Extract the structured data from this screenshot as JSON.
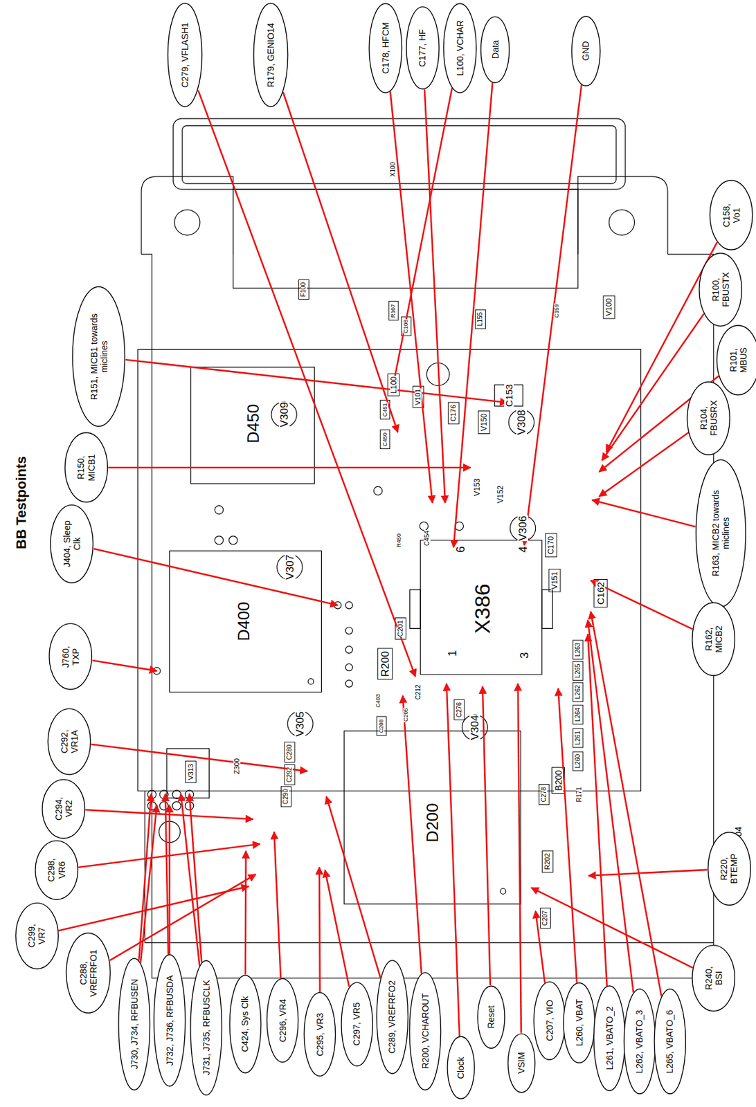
{
  "diagram": {
    "title": "BB Testpoints",
    "nodes": [
      {
        "text": [
          "C279, VFLASH1"
        ]
      },
      {
        "text": [
          "R179, GENIO14"
        ]
      },
      {
        "text": [
          "C178, HFCM"
        ]
      },
      {
        "text": [
          "C177, HF"
        ]
      },
      {
        "text": [
          "L100, VCHAR"
        ]
      },
      {
        "text": [
          "Data"
        ]
      },
      {
        "text": [
          "GND"
        ]
      },
      {
        "text": [
          "C158, Vo1"
        ]
      },
      {
        "text": [
          "R100, FBUSTX"
        ]
      },
      {
        "text": [
          "R101, MBUS"
        ]
      },
      {
        "text": [
          "R104, FBUSRX"
        ]
      },
      {
        "text": [
          "R163, MICB2 towards miclines"
        ]
      },
      {
        "text": [
          "R162, MICB2"
        ]
      },
      {
        "text": [
          "R220, BTEMP"
        ]
      },
      {
        "text": [
          "R240, BSI"
        ]
      },
      {
        "text": [
          "C288, VREFRFO1"
        ]
      },
      {
        "text": [
          "J730, J734, RFBUSEN"
        ]
      },
      {
        "text": [
          "J732, J736, RFBUSDA"
        ]
      },
      {
        "text": [
          "J731, J735, RFBUSCLK"
        ]
      },
      {
        "text": [
          "C424, Sys Clk"
        ]
      },
      {
        "text": [
          "C296, VR4"
        ]
      },
      {
        "text": [
          "C295, VR3"
        ]
      },
      {
        "text": [
          "C297, VR5"
        ]
      },
      {
        "text": [
          "C289, VREFRFO2"
        ]
      },
      {
        "text": [
          "R200, VCHAROUT"
        ]
      },
      {
        "text": [
          "Clock"
        ]
      },
      {
        "text": [
          "Reset"
        ]
      },
      {
        "text": [
          "VSIM"
        ]
      },
      {
        "text": [
          "C207, VIO"
        ]
      },
      {
        "text": [
          "L260, VBAT"
        ]
      },
      {
        "text": [
          "L261, VBATO_2"
        ]
      },
      {
        "text": [
          "L262, VBATO_3"
        ]
      },
      {
        "text": [
          "L265, VBATO_6"
        ]
      },
      {
        "text": [
          "R151, MICB1 towards miclines"
        ]
      },
      {
        "text": [
          "R150, MICB1"
        ]
      },
      {
        "text": [
          "J404, Sleep Clk"
        ]
      },
      {
        "text": [
          "J760, TXP"
        ]
      },
      {
        "text": [
          "C292, VR1A"
        ]
      },
      {
        "text": [
          "C294, VR2"
        ]
      },
      {
        "text": [
          "C298, VR6"
        ]
      },
      {
        "text": [
          "C299, VR7"
        ]
      }
    ],
    "labels": [
      "X100",
      "F100",
      "R107",
      "C108",
      "L155",
      "C159",
      "V100",
      "V309",
      "V308",
      "D450",
      "L100",
      "V101",
      "C451",
      "C450",
      "C176",
      "V150",
      "C153",
      "V153",
      "V152",
      "V307",
      "V306",
      "R450",
      "C454",
      "C170",
      "V151",
      "C162",
      "D400",
      "6",
      "4",
      "X386",
      "1",
      "3",
      "C201",
      "R200",
      "C212",
      "C403",
      "C205",
      "C208",
      "V305",
      "V304",
      "L263",
      "L265",
      "L262",
      "L264",
      "L261",
      "L260",
      "B200",
      "Z300",
      "V313",
      "C280",
      "C292",
      "C290",
      "D200",
      "A004",
      "R202",
      "C278",
      "R171",
      "C207",
      "C276"
    ]
  }
}
